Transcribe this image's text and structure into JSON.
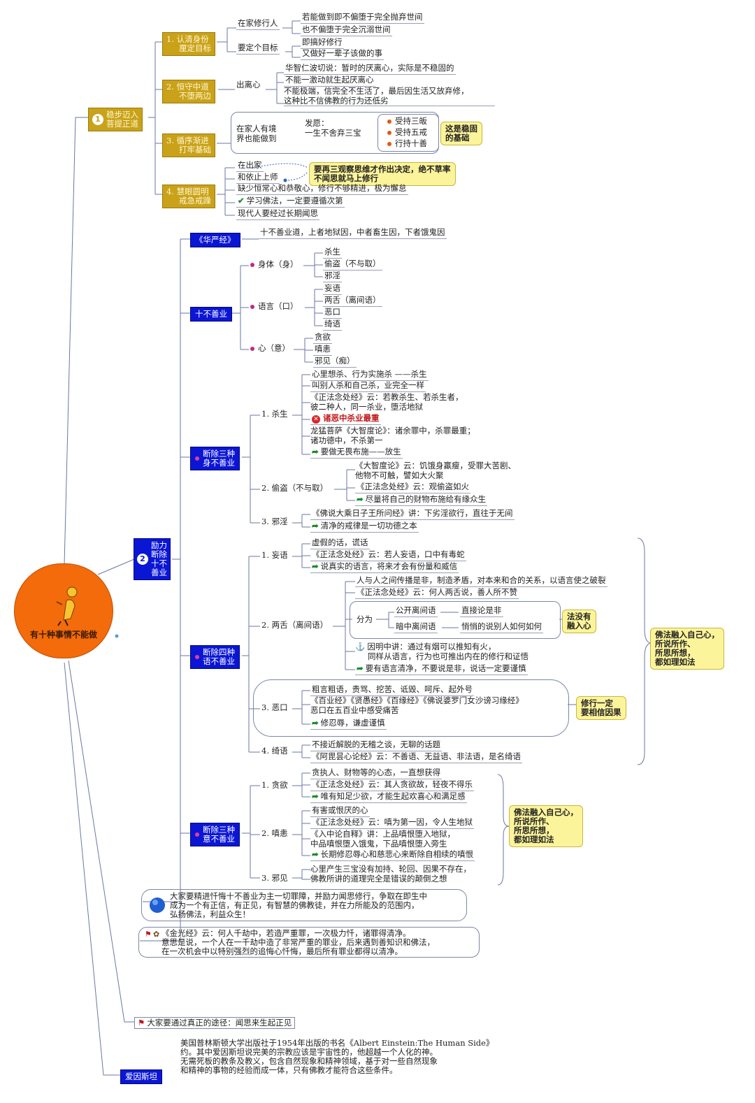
{
  "center": {
    "label": "有十种事情不能做"
  },
  "colors": {
    "gold": "#c9a21a",
    "blue": "#0b16d4",
    "note": "#fcf49a",
    "root": "#f36b0a"
  },
  "b1": {
    "num": "1",
    "title": [
      "稳步迈入",
      "菩提正道"
    ],
    "s1": {
      "title": [
        "1. 认清身份",
        "厘定目标"
      ],
      "a": "在家修行人",
      "a1": "若能做到即不偏堕于完全抛弃世间",
      "a2": "也不偏堕于完全沉溺世间",
      "b": "要定个目标",
      "b1": "即搞好修行",
      "b2": "又做好一辈子该做的事"
    },
    "s2": {
      "title": [
        "2. 恒守中道",
        "不堕两边"
      ],
      "a": "出离心",
      "a1": "华智仁波切说：暂时的厌离心，实际是不稳固的",
      "a2": "不能一激动就生起厌离心",
      "a3": [
        "不能极端，信完全不生活了，最后因生活又放弃修，",
        "这种比不信佛教的行为还低劣"
      ]
    },
    "s3": {
      "title": [
        "3. 循序渐进",
        "打牢基础"
      ],
      "a": [
        "在家人有境",
        "界也能做到"
      ],
      "b": [
        "发愿：",
        "一生不舍弃三宝"
      ],
      "c1": "受持三皈",
      "c2": "受持五戒",
      "c3": "行持十善",
      "note": [
        "这是稳固",
        "的基础"
      ]
    },
    "s4": {
      "title": [
        "4. 慧眼圆明",
        "戒急戒躁"
      ],
      "a": "在出家",
      "b": "和依止上师",
      "note": [
        "要再三观察思维才作出决定，绝不草率",
        "不闻思就马上修行"
      ],
      "c": "缺少恒常心和恭敬心，修行不够精进，极为懈怠",
      "d": "学习佛法，一定要遵循次第",
      "e": "现代人要经过长期闻思"
    }
  },
  "b2": {
    "num": "2",
    "title": [
      "励力",
      "断除",
      "十不",
      "善业"
    ],
    "huayan": {
      "title": "《华严经》",
      "text": "十不善业道，上者地狱因，中者畜生因，下者饿鬼因"
    },
    "shibushan": {
      "title": "十不善业",
      "body": "身体（身）",
      "body_items": [
        "杀生",
        "偷盗（不与取）",
        "邪淫"
      ],
      "speech": "语言（口）",
      "speech_items": [
        "妄语",
        "两舌（离间语）",
        "恶口",
        "绮语"
      ],
      "mind": "心（意）",
      "mind_items": [
        "贪欲",
        "嗔恚",
        "邪见（痴）"
      ]
    },
    "shen": {
      "title": [
        "断除三种",
        "身不善业"
      ],
      "k1": "1. 杀生",
      "k1_items": [
        "心里想杀、行为实施杀 ——杀生",
        "叫别人杀和自己杀，业完全一样",
        "《正法念处经》云：若教杀生、若杀生者，",
        "彼二种人，同一杀业，堕活地狱",
        "诸恶中杀业最重",
        "龙猛菩萨《大智度论》：诸余罪中，杀罪最重；",
        "诸功德中，不杀第一",
        "要做无畏布施——放生"
      ],
      "k2": "2. 偷盗（不与取）",
      "k2_items": [
        "《大智度论》云：饥饿身羸瘦，受罪大苦剧、",
        "他物不可触，譬如大火聚",
        "《正法念处经》云：观偷盗如火",
        "尽量将自己的财物布施给有缘众生"
      ],
      "k3": "3. 邪淫",
      "k3_items": [
        "《佛说大乘日子王所问经》讲：下劣淫欲行，直往于无间",
        "清净的戒律是一切功德之本"
      ]
    },
    "yu": {
      "title": [
        "断除四种",
        "语不善业"
      ],
      "k1": "1. 妄语",
      "k1_items": [
        "虚假的话，谎话",
        "《正法念处经》云：若人妄语，口中有毒蛇",
        "说真实的语言，将来才会有份量和威信"
      ],
      "k2": "2. 两舌（离间语）",
      "k2_items": [
        "人与人之间传播是非，制造矛盾，对本来和合的关系，以语言使之破裂",
        "《正法念处经》云：何人两舌说，善人所不赞"
      ],
      "fenwei": "分为",
      "gk": "公开离间语",
      "gk2": "直接论是非",
      "az": "暗中离间语",
      "az2": "悄悄的说别人如何如何",
      "note1": [
        "法没有",
        "融入心"
      ],
      "k2_more": [
        "因明中讲：通过有烟可以推知有火，",
        "同样从语言，行为也可推出内在的修行和证悟",
        "要有语言清净，不要说是非，说话一定要谨慎"
      ],
      "k3": "3. 恶口",
      "k3_items": [
        "粗言粗语，责骂、挖苦、诋毁、呵斥、起外号",
        "《百业经》《贤愚经》《百缘经》《佛说婆罗门女沙谤习缘经》",
        "恶口在五百业中感受痛苦",
        "修忍辱，谦虚谨慎"
      ],
      "note2": [
        "修行一定",
        "要相信因果"
      ],
      "k4": "4. 绮语",
      "k4_items": [
        "不接近解脱的无稽之谈，无聊的话题",
        "《阿毘昙心论经》云：不善语、无益语、非法语，是名绮语"
      ],
      "note3": [
        "佛法融入自己心，",
        "所说所作、",
        "所思所想，",
        "都如理如法"
      ]
    },
    "yi": {
      "title": [
        "断除三种",
        "意不善业"
      ],
      "k1": "1. 贪欲",
      "k1_items": [
        "贪执人、财物等的心态，一直想获得",
        "《正法念处经》云：其人贪欲故，轻夜不得乐",
        "唯有知足少欲，才能生起欢喜心和满足感"
      ],
      "k2": "2. 嗔恚",
      "k2_items": [
        "有害或恨厌的心",
        "《正法念处经》云：嗔为第一因，令人生地狱",
        "《入中论自释》讲：上品嗔恨堕入地狱，",
        "中品嗔恨堕入饿鬼，下品嗔恨堕入旁生",
        "长期修忍辱心和慈悲心来断除自相续的嗔恨"
      ],
      "k3": "3. 邪见",
      "k3_items": [
        "心里产生三宝没有加持、轮回、因果不存在，",
        "佛教所讲的道理完全是错误的颠倒之想"
      ],
      "note": [
        "佛法融入自己心，",
        "所说所作、",
        "所思所想，",
        "都如理如法"
      ]
    },
    "summary": [
      "大家要精进忏悔十不善业为主一切罪障，并励力闻思修行，争取在即生中",
      "成为一个有正信，有正见，有智慧的佛教徒，并在力所能及的范围内，",
      "弘扬佛法，利益众生！"
    ],
    "jinguang": [
      "《金光经》云：何人千劫中，若造严重罪，一次极力忏，诸罪得清净。",
      "意思是说，一个人在一千劫中造了非常严重的罪业，后来遇到善知识和佛法，",
      "在一次机会中以特别强烈的追悔心忏悔，最后所有罪业都得以清净。"
    ]
  },
  "b3": {
    "text": "大家要通过真正的途径：闻思来生起正见"
  },
  "b4": {
    "title": "爱因斯坦",
    "lines": [
      "美国普林斯顿大学出版社于1954年出版的书名《Albert Einstein:The Human Side》",
      "约。其中爱因斯坦说完美的宗教应该是宇宙性的，他超越一个人化的神。",
      "无需死板的教条及教义，包含自然现象和精神领域，基于对一些自然现象",
      "和精神的事物的经验而成一体，只有佛教才能符合这些条件。"
    ]
  }
}
